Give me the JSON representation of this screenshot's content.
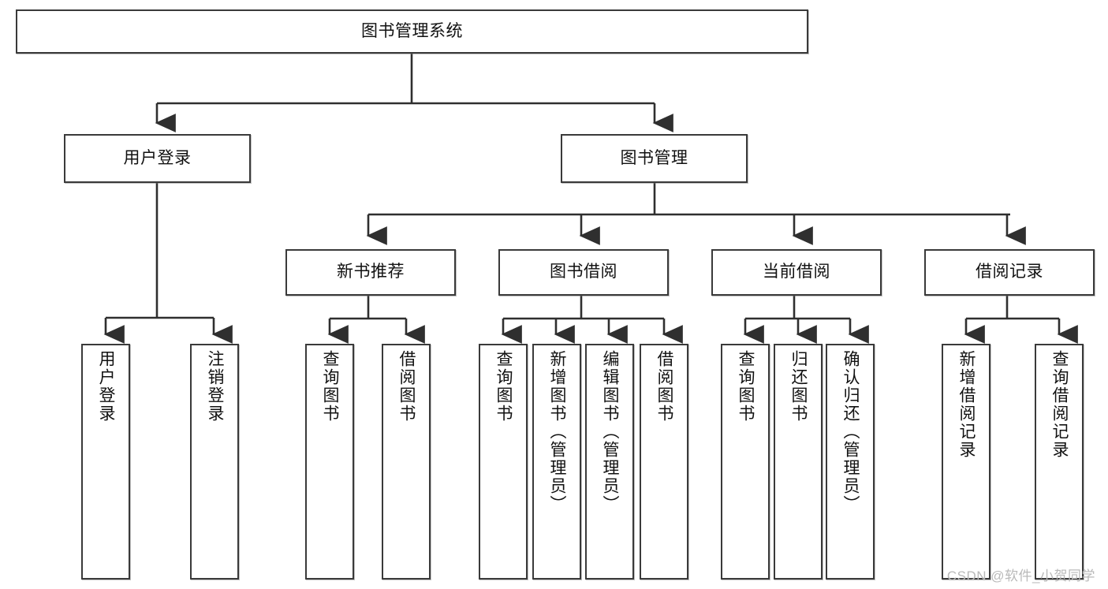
{
  "diagram": {
    "type": "tree",
    "title": "图书管理系统",
    "watermark": "CSDN @软件_小贺同学",
    "colors": {
      "box_border": "#3a3a3a",
      "box_fill": "#ffffff",
      "text": "#111111",
      "edge": "#2f2f2f",
      "watermark": "#b9b9b9"
    },
    "root": {
      "label": "图书管理系统"
    },
    "level2": [
      {
        "label": "用户登录"
      },
      {
        "label": "图书管理"
      }
    ],
    "level3": [
      {
        "label": "新书推荐"
      },
      {
        "label": "图书借阅"
      },
      {
        "label": "当前借阅"
      },
      {
        "label": "借阅记录"
      }
    ],
    "leaves": {
      "user_login": [
        {
          "label": "用户登录"
        },
        {
          "label": "注销登录"
        }
      ],
      "new_book_recommend": [
        {
          "label": "查询图书"
        },
        {
          "label": "借阅图书"
        }
      ],
      "book_borrow": [
        {
          "label": "查询图书"
        },
        {
          "label": "新增图书（管理员）"
        },
        {
          "label": "编辑图书（管理员）"
        },
        {
          "label": "借阅图书"
        }
      ],
      "current_borrow": [
        {
          "label": "查询图书"
        },
        {
          "label": "归还图书"
        },
        {
          "label": "确认归还（管理员）"
        }
      ],
      "borrow_record": [
        {
          "label": "新增借阅记录"
        },
        {
          "label": "查询借阅记录"
        }
      ]
    }
  }
}
